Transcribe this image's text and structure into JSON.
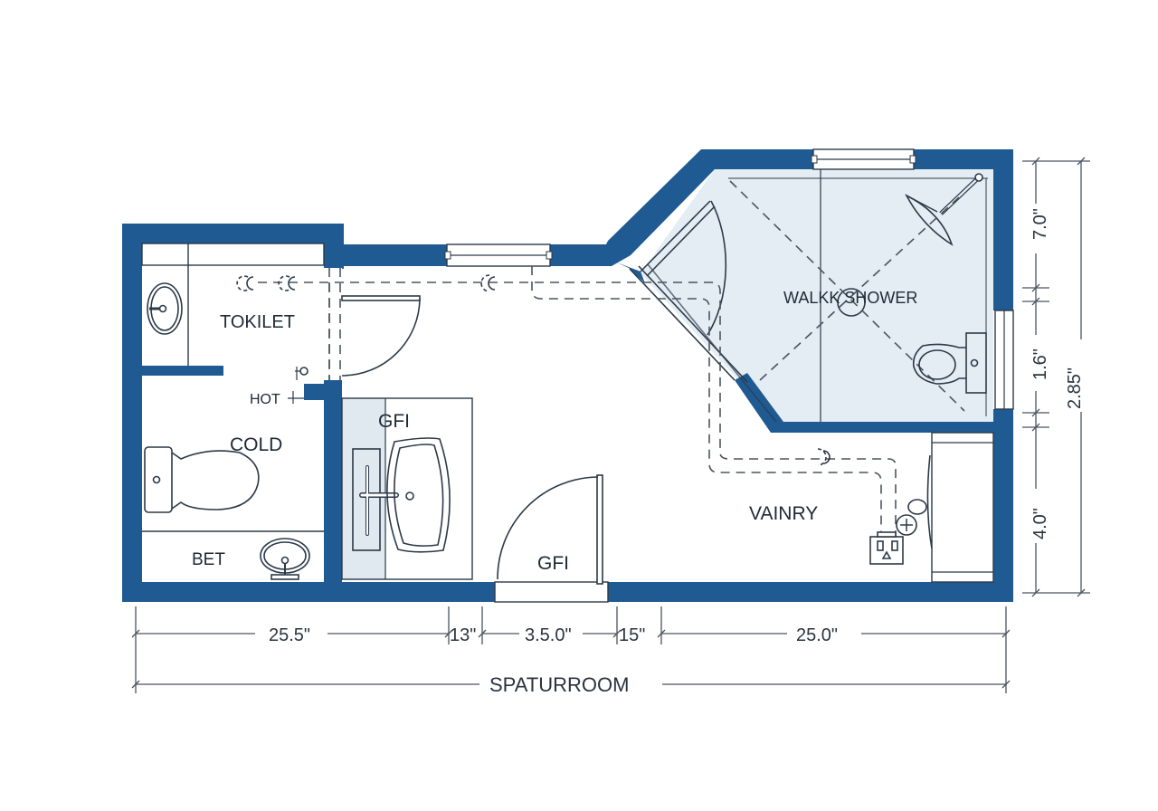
{
  "plan": {
    "title": "SPATURROOM",
    "wall_color": "#1f5a92",
    "shower_fill": "#e4edf4",
    "vanity_fill": "#e1e9f0",
    "rooms": {
      "toilet_room": "TOKILET",
      "hot": "HOT",
      "cold": "COLD",
      "bet": "BET",
      "gfi_vanity": "GFI",
      "gfi_door": "GFI",
      "walk_shower": "WALKK SHOWER",
      "vanity_room": "VAINRY"
    },
    "dimensions": {
      "bottom": [
        "25.5\"",
        "13\"",
        "3.5.0\"",
        "15\"",
        "25.0\""
      ],
      "overall_label": "SPATURROOM",
      "right": [
        "7.0\"",
        "1.6\"",
        "4.0\""
      ],
      "right_overall": "2.85\""
    }
  }
}
